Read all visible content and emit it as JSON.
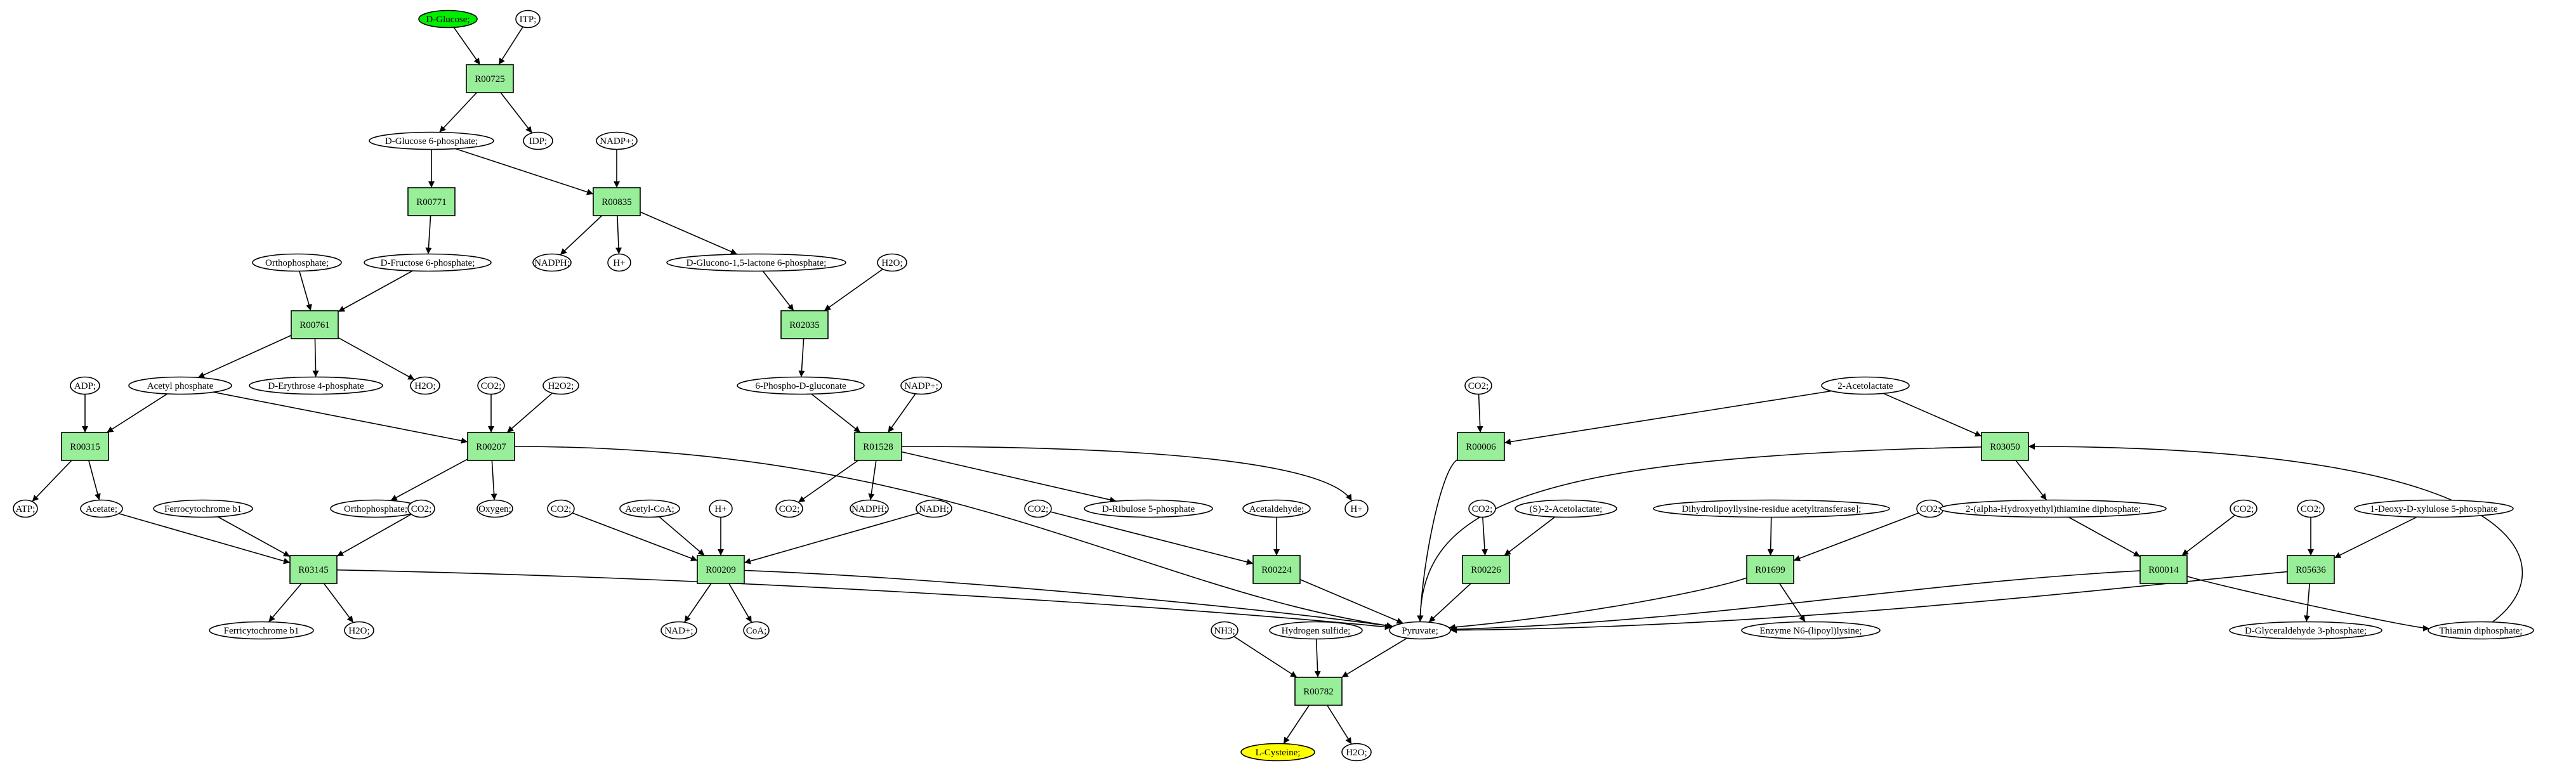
{
  "colors": {
    "background": "#ffffff",
    "edge": "#000000",
    "reaction_fill": "#99ee99",
    "source_fill": "#00ee00",
    "target_fill": "#ffff00",
    "node_fill": "#ffffff"
  },
  "nodes": [
    {
      "id": "dglucose",
      "kind": "compound",
      "label": "D-Glucose;",
      "fill": "#00ee00"
    },
    {
      "id": "itp",
      "kind": "compound",
      "label": "ITP;"
    },
    {
      "id": "r00725",
      "kind": "reaction",
      "label": "R00725"
    },
    {
      "id": "g6p",
      "kind": "compound",
      "label": "D-Glucose 6-phosphate;"
    },
    {
      "id": "idp",
      "kind": "compound",
      "label": "IDP;"
    },
    {
      "id": "nadp1",
      "kind": "compound",
      "label": "NADP+;"
    },
    {
      "id": "r00771",
      "kind": "reaction",
      "label": "R00771"
    },
    {
      "id": "r00835",
      "kind": "reaction",
      "label": "R00835"
    },
    {
      "id": "orthophos1",
      "kind": "compound",
      "label": "Orthophosphate;"
    },
    {
      "id": "f6p",
      "kind": "compound",
      "label": "D-Fructose 6-phosphate;"
    },
    {
      "id": "nadph1",
      "kind": "compound",
      "label": "NADPH;"
    },
    {
      "id": "hplus1",
      "kind": "compound",
      "label": "H+"
    },
    {
      "id": "glucono",
      "kind": "compound",
      "label": "D-Glucono-1,5-lactone 6-phosphate;"
    },
    {
      "id": "h2o_1",
      "kind": "compound",
      "label": "H2O;"
    },
    {
      "id": "r00761",
      "kind": "reaction",
      "label": "R00761"
    },
    {
      "id": "r02035",
      "kind": "reaction",
      "label": "R02035"
    },
    {
      "id": "adp",
      "kind": "compound",
      "label": "ADP;"
    },
    {
      "id": "acetylp",
      "kind": "compound",
      "label": "Acetyl phosphate"
    },
    {
      "id": "e4p",
      "kind": "compound",
      "label": "D-Erythrose 4-phosphate"
    },
    {
      "id": "h2o_2",
      "kind": "compound",
      "label": "H2O;"
    },
    {
      "id": "co2_1",
      "kind": "compound",
      "label": "CO2;"
    },
    {
      "id": "h2o2",
      "kind": "compound",
      "label": "H2O2;"
    },
    {
      "id": "pgluconate",
      "kind": "compound",
      "label": "6-Phospho-D-gluconate"
    },
    {
      "id": "nadp2",
      "kind": "compound",
      "label": "NADP+;"
    },
    {
      "id": "co2_2",
      "kind": "compound",
      "label": "CO2;"
    },
    {
      "id": "acetolactate",
      "kind": "compound",
      "label": "2-Acetolactate"
    },
    {
      "id": "r00315",
      "kind": "reaction",
      "label": "R00315"
    },
    {
      "id": "r00207",
      "kind": "reaction",
      "label": "R00207"
    },
    {
      "id": "r01528",
      "kind": "reaction",
      "label": "R01528"
    },
    {
      "id": "r00006",
      "kind": "reaction",
      "label": "R00006"
    },
    {
      "id": "r03050",
      "kind": "reaction",
      "label": "R03050"
    },
    {
      "id": "atp",
      "kind": "compound",
      "label": "ATP;"
    },
    {
      "id": "acetate",
      "kind": "compound",
      "label": "Acetate;"
    },
    {
      "id": "ferrocyt",
      "kind": "compound",
      "label": "Ferrocytochrome b1"
    },
    {
      "id": "orthophos2",
      "kind": "compound",
      "label": "Orthophosphate;"
    },
    {
      "id": "co2_3",
      "kind": "compound",
      "label": "CO2;"
    },
    {
      "id": "oxygen",
      "kind": "compound",
      "label": "Oxygen;"
    },
    {
      "id": "co2_4",
      "kind": "compound",
      "label": "CO2;"
    },
    {
      "id": "acetylcoa",
      "kind": "compound",
      "label": "Acetyl-CoA;"
    },
    {
      "id": "hplus2",
      "kind": "compound",
      "label": "H+"
    },
    {
      "id": "co2_5",
      "kind": "compound",
      "label": "CO2;"
    },
    {
      "id": "nadph2",
      "kind": "compound",
      "label": "NADPH;"
    },
    {
      "id": "nadh",
      "kind": "compound",
      "label": "NADH;"
    },
    {
      "id": "co2_6",
      "kind": "compound",
      "label": "CO2;"
    },
    {
      "id": "ribulose",
      "kind": "compound",
      "label": "D-Ribulose 5-phosphate"
    },
    {
      "id": "acetaldehyde",
      "kind": "compound",
      "label": "Acetaldehyde;"
    },
    {
      "id": "hplus3",
      "kind": "compound",
      "label": "H+"
    },
    {
      "id": "co2_7",
      "kind": "compound",
      "label": "CO2;"
    },
    {
      "id": "s2acet",
      "kind": "compound",
      "label": "(S)-2-Acetolactate;"
    },
    {
      "id": "dihydro",
      "kind": "compound",
      "label": "Dihydrolipoyllysine-residue acetyltransferase];"
    },
    {
      "id": "co2_8",
      "kind": "compound",
      "label": "CO2;"
    },
    {
      "id": "hydroxyethyl",
      "kind": "compound",
      "label": "2-(alpha-Hydroxyethyl)thiamine diphosphate;"
    },
    {
      "id": "co2_9",
      "kind": "compound",
      "label": "CO2;"
    },
    {
      "id": "co2_10",
      "kind": "compound",
      "label": "CO2;"
    },
    {
      "id": "deoxyx",
      "kind": "compound",
      "label": "1-Deoxy-D-xylulose 5-phosphate"
    },
    {
      "id": "r03145",
      "kind": "reaction",
      "label": "R03145"
    },
    {
      "id": "r00209",
      "kind": "reaction",
      "label": "R00209"
    },
    {
      "id": "r00224",
      "kind": "reaction",
      "label": "R00224"
    },
    {
      "id": "r00226",
      "kind": "reaction",
      "label": "R00226"
    },
    {
      "id": "r01699",
      "kind": "reaction",
      "label": "R01699"
    },
    {
      "id": "r00014",
      "kind": "reaction",
      "label": "R00014"
    },
    {
      "id": "r05636",
      "kind": "reaction",
      "label": "R05636"
    },
    {
      "id": "ferricyt",
      "kind": "compound",
      "label": "Ferricytochrome b1"
    },
    {
      "id": "h2o_3",
      "kind": "compound",
      "label": "H2O;"
    },
    {
      "id": "nadplus",
      "kind": "compound",
      "label": "NAD+;"
    },
    {
      "id": "coa",
      "kind": "compound",
      "label": "CoA;"
    },
    {
      "id": "nh3",
      "kind": "compound",
      "label": "NH3;"
    },
    {
      "id": "h2s",
      "kind": "compound",
      "label": "Hydrogen sulfide;"
    },
    {
      "id": "pyruvate",
      "kind": "compound",
      "label": "Pyruvate;"
    },
    {
      "id": "enzyme",
      "kind": "compound",
      "label": "Enzyme N6-(lipoyl)lysine;"
    },
    {
      "id": "g3p",
      "kind": "compound",
      "label": "D-Glyceraldehyde 3-phosphate;"
    },
    {
      "id": "thiamin",
      "kind": "compound",
      "label": "Thiamin diphosphate;"
    },
    {
      "id": "r00782",
      "kind": "reaction",
      "label": "R00782"
    },
    {
      "id": "lcysteine",
      "kind": "compound",
      "label": "L-Cysteine;",
      "fill": "#ffff00"
    },
    {
      "id": "h2o_4",
      "kind": "compound",
      "label": "H2O;"
    }
  ]
}
